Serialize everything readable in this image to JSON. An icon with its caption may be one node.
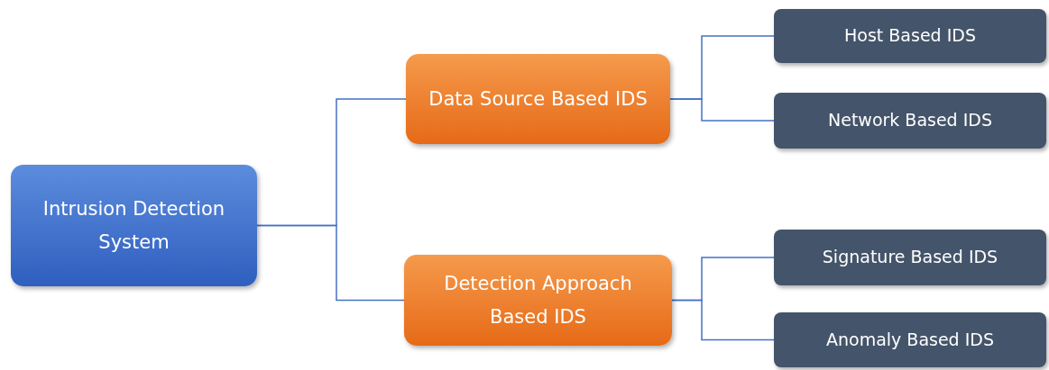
{
  "diagram": {
    "nodes": [
      {
        "text": [
          "Intrusion Detection System"
        ]
      },
      {
        "text": [
          "Data Source Based IDS"
        ]
      },
      {
        "text": [
          "Detection Approach Based IDS"
        ]
      },
      {
        "text": [
          "Host Based IDS"
        ]
      },
      {
        "text": [
          "Network Based IDS"
        ]
      },
      {
        "text": [
          "Signature Based IDS"
        ]
      },
      {
        "text": [
          "Anomaly Based IDS"
        ]
      }
    ],
    "edges": [
      {
        "from": 0,
        "to": 1,
        "arrow": "none"
      },
      {
        "from": 0,
        "to": 2,
        "arrow": "none"
      },
      {
        "from": 1,
        "to": 3,
        "arrow": "none"
      },
      {
        "from": 1,
        "to": 4,
        "arrow": "none"
      },
      {
        "from": 2,
        "to": 5,
        "arrow": "none"
      },
      {
        "from": 2,
        "to": 6,
        "arrow": "none"
      }
    ]
  }
}
